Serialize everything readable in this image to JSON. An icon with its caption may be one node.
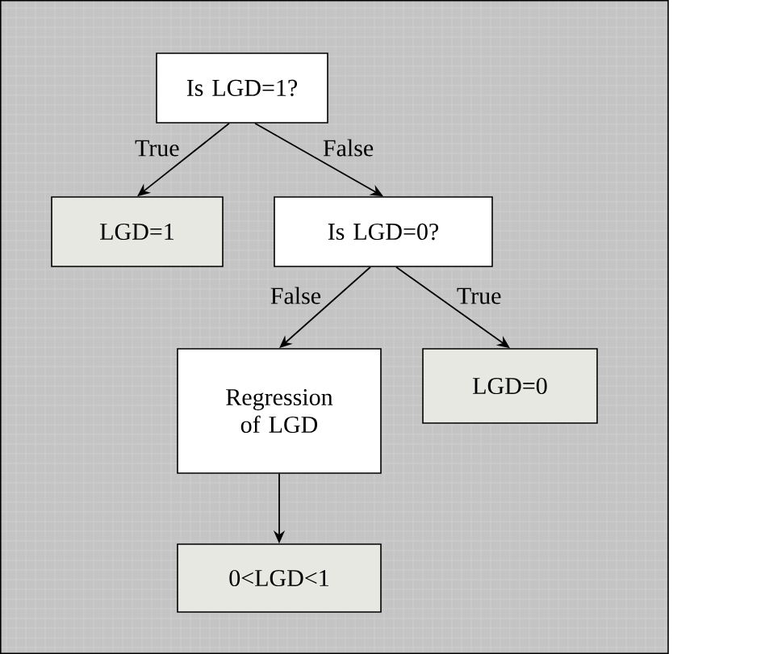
{
  "diagram": {
    "nodes": [
      {
        "text": [
          "Is LGD=1?"
        ]
      },
      {
        "text": [
          "LGD=1"
        ]
      },
      {
        "text": [
          "Is LGD=0?"
        ]
      },
      {
        "text": [
          "Regression of LGD"
        ]
      },
      {
        "text": [
          "LGD=0"
        ]
      },
      {
        "text": [
          "0<LGD<1"
        ]
      }
    ],
    "edges": [
      {
        "from": 0,
        "to": 1,
        "arrow": "to",
        "label": "True"
      },
      {
        "from": 0,
        "to": 2,
        "arrow": "to",
        "label": "False"
      },
      {
        "from": 2,
        "to": 3,
        "arrow": "to",
        "label": "False"
      },
      {
        "from": 2,
        "to": 4,
        "arrow": "to",
        "label": "True"
      },
      {
        "from": 3,
        "to": 5,
        "arrow": "to"
      }
    ]
  }
}
